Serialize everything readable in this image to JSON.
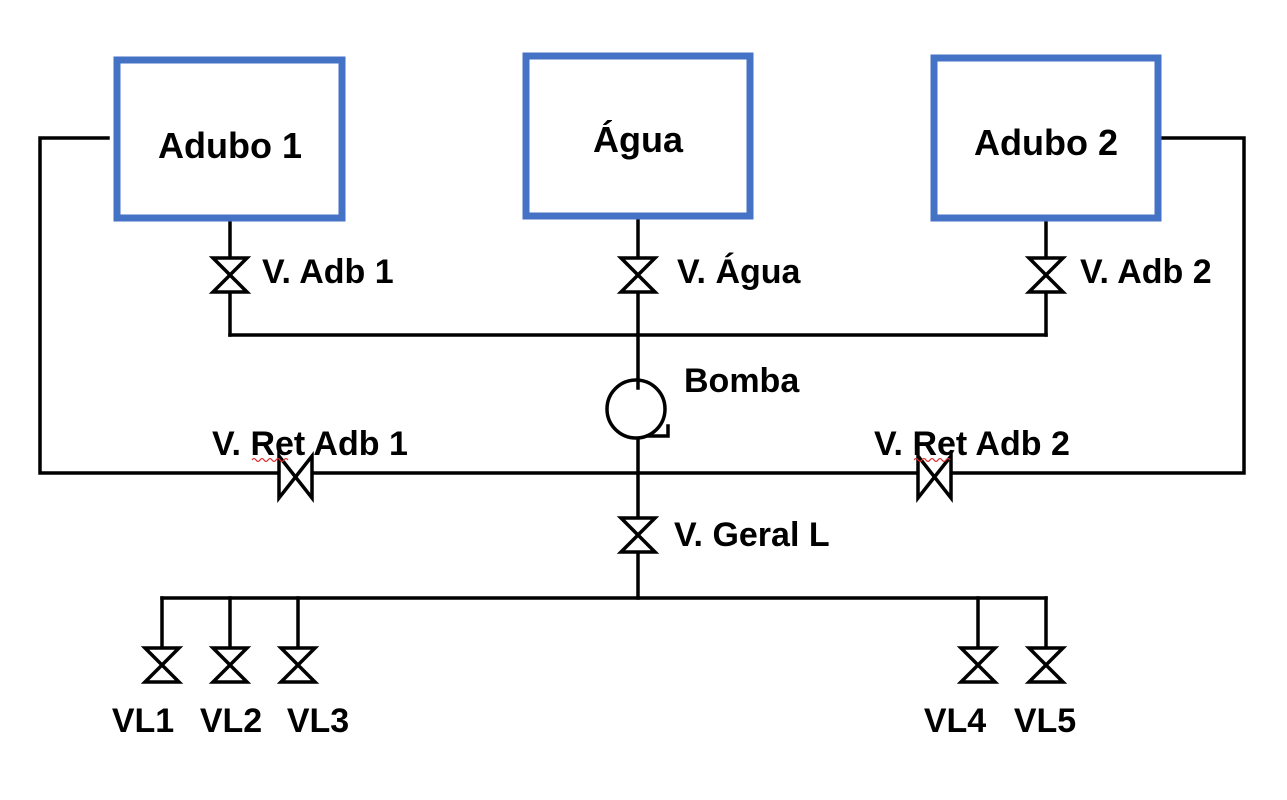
{
  "tanks": {
    "adubo1": "Adubo 1",
    "agua": "Água",
    "adubo2": "Adubo 2"
  },
  "valves": {
    "v_adb1": "V. Adb 1",
    "v_agua": "V. Água",
    "v_adb2": "V. Adb 2",
    "v_ret_adb1": "V. Ret Adb 1",
    "v_ret_adb2": "V. Ret Adb 2",
    "v_geral_l": "V. Geral L"
  },
  "pump": {
    "label": "Bomba"
  },
  "outlets": [
    "VL1",
    "VL2",
    "VL3",
    "VL4",
    "VL5"
  ],
  "colors": {
    "tank_border": "#4472c4",
    "pipe": "#000000",
    "spellcheck_underline": "#e03030"
  }
}
